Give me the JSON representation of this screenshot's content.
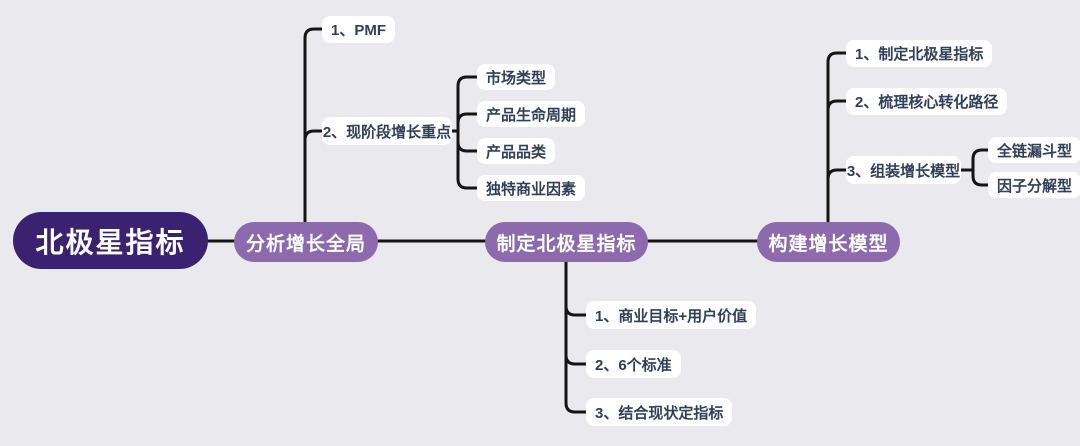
{
  "theme": {
    "canvas_bg": "#e9e9ee",
    "line_color": "#151515",
    "root_bg": "#3b2270",
    "branch_bg": "#8c6aad",
    "leaf_bg": "#ffffff",
    "leaf_text": "#333f58"
  },
  "mindmap": {
    "root": {
      "label": "北极星指标"
    },
    "branches": [
      {
        "label": "分析增长全局",
        "children": [
          {
            "label": "1、PMF"
          },
          {
            "label": "2、现阶段增长重点",
            "children": [
              {
                "label": "市场类型"
              },
              {
                "label": "产品生命周期"
              },
              {
                "label": "产品品类"
              },
              {
                "label": "独特商业因素"
              }
            ]
          }
        ]
      },
      {
        "label": "制定北极星指标",
        "children": [
          {
            "label": "1、商业目标+用户价值"
          },
          {
            "label": "2、6个标准"
          },
          {
            "label": "3、结合现状定指标"
          }
        ]
      },
      {
        "label": "构建增长模型",
        "children": [
          {
            "label": "1、制定北极星指标"
          },
          {
            "label": "2、梳理核心转化路径"
          },
          {
            "label": "3、组装增长模型",
            "children": [
              {
                "label": "全链漏斗型"
              },
              {
                "label": "因子分解型"
              }
            ]
          }
        ]
      }
    ]
  }
}
